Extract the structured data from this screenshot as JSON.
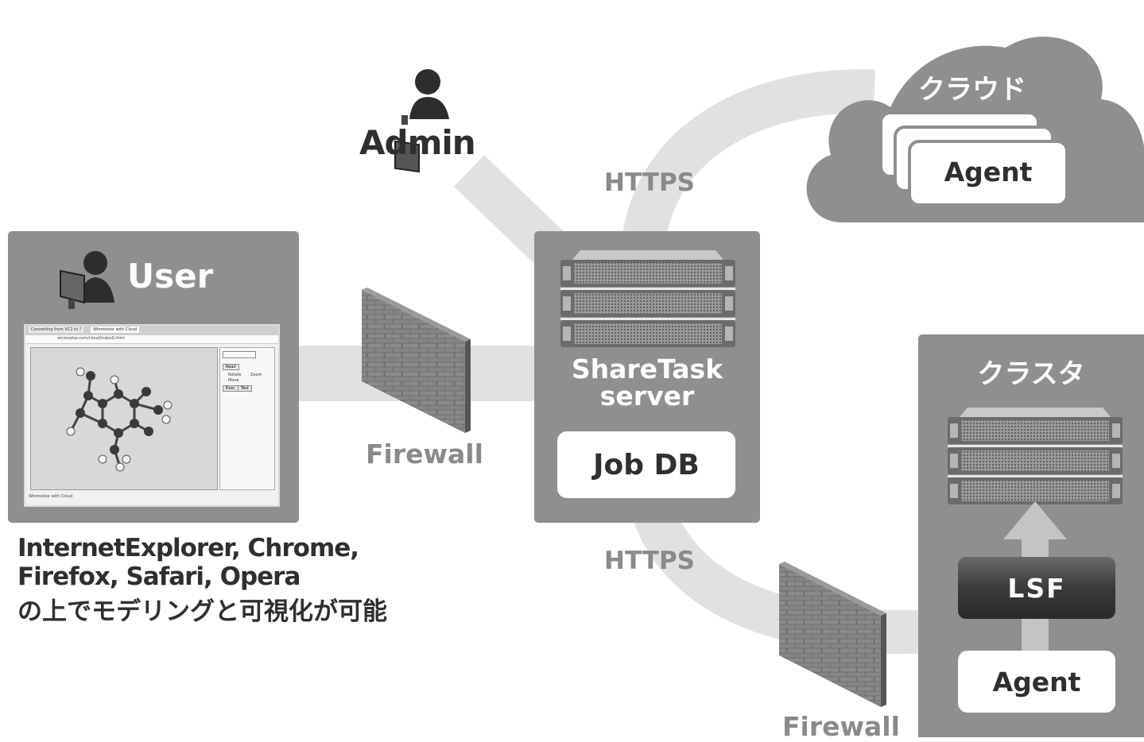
{
  "admin": {
    "label": "Admin"
  },
  "user_panel": {
    "label": "User",
    "browser": {
      "tab1": "Converting from VC2 to ?",
      "tab2": "Winmostar with Cloud",
      "url": "winmostar.com/cloud/index0.html",
      "read_button": "Read",
      "radio_rotate": "Rotate",
      "radio_zoom": "Zoom",
      "radio_move": "Move",
      "exec_button": "Exec",
      "test_button": "Test",
      "status_bar": "Winmostar with Cloud"
    },
    "caption_line1": "InternetExplorer, Chrome,",
    "caption_line2": "Firefox, Safari, Opera",
    "caption_line3": "の上でモデリングと可視化が可能"
  },
  "firewall_left": {
    "label": "Firewall"
  },
  "firewall_bottom": {
    "label": "Firewall"
  },
  "https_top": {
    "label": "HTTPS"
  },
  "https_bottom": {
    "label": "HTTPS"
  },
  "server_panel": {
    "title_line1": "ShareTask",
    "title_line2": "server",
    "jobdb_label": "Job DB"
  },
  "cloud": {
    "title": "クラウド",
    "agent_label": "Agent"
  },
  "cluster_panel": {
    "title": "クラスタ",
    "lsf_label": "LSF",
    "agent_label": "Agent"
  },
  "colors": {
    "panel": "#8f8f8f",
    "connector": "#e1e1e1",
    "text_dark": "#333333",
    "text_light": "#ffffff",
    "firewall_brick": "#7a7a7a"
  }
}
